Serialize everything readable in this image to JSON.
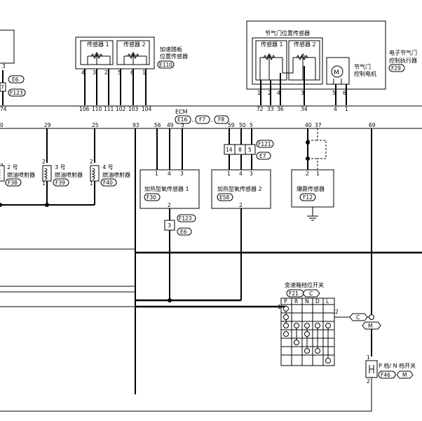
{
  "accel_sensor": {
    "sensor1_label": "传感器 1",
    "sensor2_label": "传感器 2",
    "title_line1": "加速踏板",
    "title_line2": "位置传感器",
    "connector": "E110",
    "pins": [
      "4",
      "3",
      "2",
      "5",
      "6",
      "1"
    ],
    "ecm_pins": [
      "106",
      "110",
      "111",
      "102",
      "103",
      "104"
    ]
  },
  "throttle": {
    "group_title": "节气门位置传感器",
    "sensor1_label": "传感器 1",
    "sensor2_label": "传感器 2",
    "motor_line1": "节气门",
    "motor_line2": "控制电机",
    "motor_symbol": "M",
    "actuator_line1": "电子节气门",
    "actuator_line2": "控制执行器",
    "connector": "F29",
    "pins": [
      "1",
      "2",
      "4",
      "3",
      "5",
      "6"
    ],
    "ecm_pins": [
      "72",
      "33",
      "36",
      "34",
      "4",
      "1"
    ]
  },
  "left_block": {
    "pin_top": "3",
    "pin_mid": "7",
    "pin_bottom": "74",
    "conn1": "E6",
    "conn2": "F123"
  },
  "ecm": {
    "label": "ECM",
    "connectors": [
      "E16",
      "F7",
      "F8"
    ],
    "separator1": ",",
    "separator2": ","
  },
  "ecm_bottom_pins": [
    "0",
    "29",
    "25",
    "93",
    "56",
    "49",
    "3",
    "59",
    "50",
    "5",
    "40",
    "37",
    "69"
  ],
  "injectors": [
    {
      "pin": "2",
      "pin_bottom": "1",
      "label_line1": "2 号",
      "label_line2": "燃油喷射器",
      "connector": "F38"
    },
    {
      "pin": "2",
      "pin_bottom": "1",
      "label_line1": "3 号",
      "label_line2": "燃油喷射器",
      "connector": "F39"
    },
    {
      "pin": "2",
      "pin_bottom": "1",
      "label_line1": "4 号",
      "label_line2": "燃油喷射器",
      "connector": "F40"
    }
  ],
  "o2_sensor1": {
    "label": "加热型氧传感器 1",
    "connector": "F30",
    "pins": [
      "1",
      "4",
      "3"
    ],
    "pin_bottom": "2",
    "joint_pin": "3",
    "joint_conn1": "F123",
    "joint_conn2": "E6"
  },
  "o2_sensor2": {
    "label": "加热型氧传感器 2",
    "connector": "E58",
    "pins": [
      "1",
      "4",
      "3"
    ],
    "pin_bottom": "2",
    "joint_pins": [
      "14",
      "8",
      "5"
    ],
    "joint_conn1": "F121",
    "joint_conn2": "E7"
  },
  "knock_sensor": {
    "label": "爆震传感器",
    "connector": "F12",
    "pins": [
      "2",
      "1"
    ]
  },
  "range_switch": {
    "title": "变速箱档位开关",
    "connector": "F21",
    "connector_tag": "C",
    "columns": [
      "P",
      "R",
      "N",
      "D",
      "L"
    ],
    "pin_left": "1",
    "pin_right": "2",
    "tag_c": "C",
    "tag_m": "M"
  },
  "pn_switch": {
    "label": "P 档/ N 档开关",
    "connector": "F46",
    "connector_tag": "M",
    "pin_top": "1",
    "pin_bottom": "2"
  }
}
